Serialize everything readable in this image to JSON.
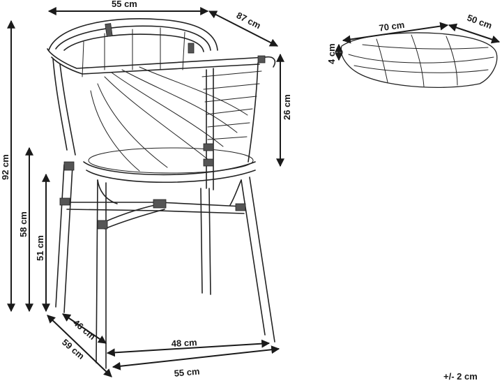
{
  "dimensions": {
    "width_top": "55 cm",
    "depth_top": "87 cm",
    "height_total": "92 cm",
    "height_58": "58 cm",
    "height_51": "51 cm",
    "backrest_height": "26 cm",
    "depth_seat": "46 cm",
    "depth_base": "59 cm",
    "width_seat": "48 cm",
    "width_base": "55 cm"
  },
  "cushion": {
    "width": "70 cm",
    "depth": "50 cm",
    "thickness": "4 cm"
  },
  "tolerance": "+/- 2 cm"
}
